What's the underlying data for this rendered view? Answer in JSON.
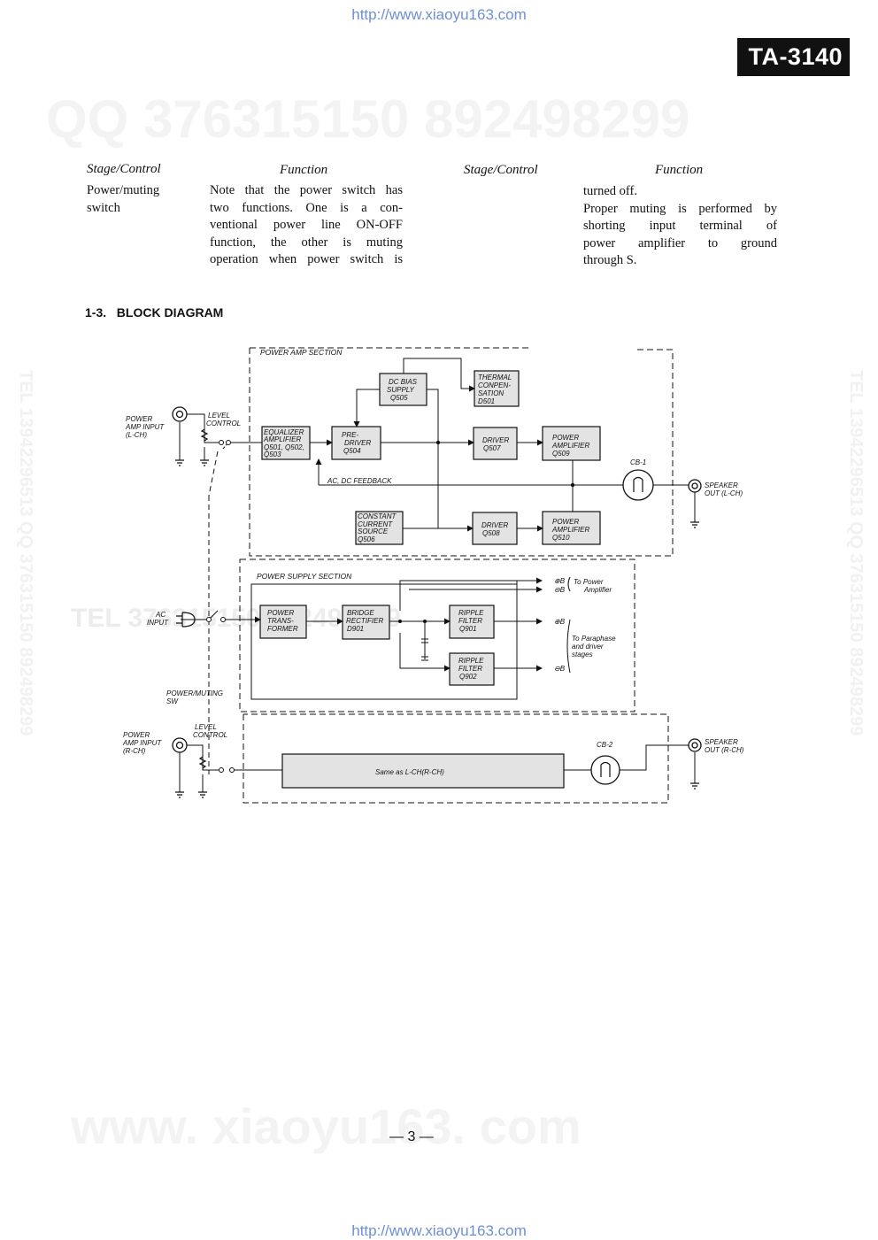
{
  "header": {
    "url_top": "http://www.xiaoyu163.com",
    "url_bottom": "http://www.xiaoyu163.com",
    "model_badge": "TA-3140"
  },
  "watermarks": {
    "qq": "QQ 376315150   892498299",
    "tel_left": "TEL 13942296513 QQ 376315150 892498299",
    "tel_right": "TEL 13942296513 QQ 376315150 892498299",
    "tel_center": "TEL                              376315150   892498299",
    "site": "www. xiaoyu163. com"
  },
  "function_table": {
    "col_headers": [
      "Stage/Control",
      "Function",
      "Stage/Control",
      "Function"
    ],
    "stage": [
      "Power/muting",
      "switch"
    ],
    "function_left": [
      "Note that the power switch has",
      "two functions.   One is a con-",
      "ventional power line ON-OFF",
      "function, the other is muting",
      "operation when power switch is"
    ],
    "function_right": [
      "turned off.",
      "Proper muting is performed by",
      "shorting input terminal of",
      "power amplifier to ground",
      "through S."
    ]
  },
  "section": {
    "number": "1-3.",
    "title": "BLOCK DIAGRAM"
  },
  "diagram": {
    "power_amp_section": "POWER AMP SECTION",
    "power_supply_section": "POWER SUPPLY SECTION",
    "blocks": {
      "dc_bias": [
        "DC BIAS",
        "SUPPLY",
        "Q505"
      ],
      "thermal": [
        "THERMAL",
        "CONPEN-",
        "SATION",
        "D501"
      ],
      "equalizer": [
        "EQUALIZER",
        "AMPLIFIER",
        "Q501, Q502,",
        "Q503"
      ],
      "predriver": [
        "PRE-",
        "DRIVER",
        "Q504"
      ],
      "driver_507": [
        "DRIVER",
        "Q507"
      ],
      "power_amp_509": [
        "POWER",
        "AMPLIFIER",
        "Q509"
      ],
      "constant_current": [
        "CONSTANT",
        "CURRENT",
        "SOURCE",
        "Q506"
      ],
      "driver_508": [
        "DRIVER",
        "Q508"
      ],
      "power_amp_510": [
        "POWER",
        "AMPLIFIER",
        "Q510"
      ],
      "transformer": [
        "POWER",
        "TRANS-",
        "FORMER"
      ],
      "rectifier": [
        "BRIDGE",
        "RECTIFIER",
        "D901"
      ],
      "ripple_901": [
        "RIPPLE",
        "FILTER",
        "Q901"
      ],
      "ripple_902": [
        "RIPPLE",
        "FILTER",
        "Q902"
      ],
      "same_as": "Same as L-CH(R-CH)"
    },
    "labels": {
      "input_l": [
        "POWER",
        "AMP INPUT",
        "(L-CH)"
      ],
      "level_control_l": [
        "LEVEL",
        "CONTROL"
      ],
      "feedback": "AC, DC FEEDBACK",
      "cb1": "CB-1",
      "cb2": "CB-2",
      "speaker_l": [
        "SPEAKER",
        "OUT (L-CH)"
      ],
      "speaker_r": [
        "SPEAKER",
        "OUT (R-CH)"
      ],
      "ac_input": [
        "AC",
        "INPUT"
      ],
      "power_muting": [
        "POWER/MUTING",
        "SW"
      ],
      "input_r": [
        "POWER",
        "AMP INPUT",
        "(R-CH)"
      ],
      "level_control_r": [
        "LEVEL",
        "CONTROL"
      ],
      "b_plus": "⊕B",
      "b_minus": "⊖B",
      "to_power_amp": [
        "To Power",
        "Amplifier"
      ],
      "to_paraphase": [
        "To Paraphase",
        "and driver",
        "stages"
      ]
    }
  },
  "footer": {
    "page_number": "— 3 —"
  }
}
